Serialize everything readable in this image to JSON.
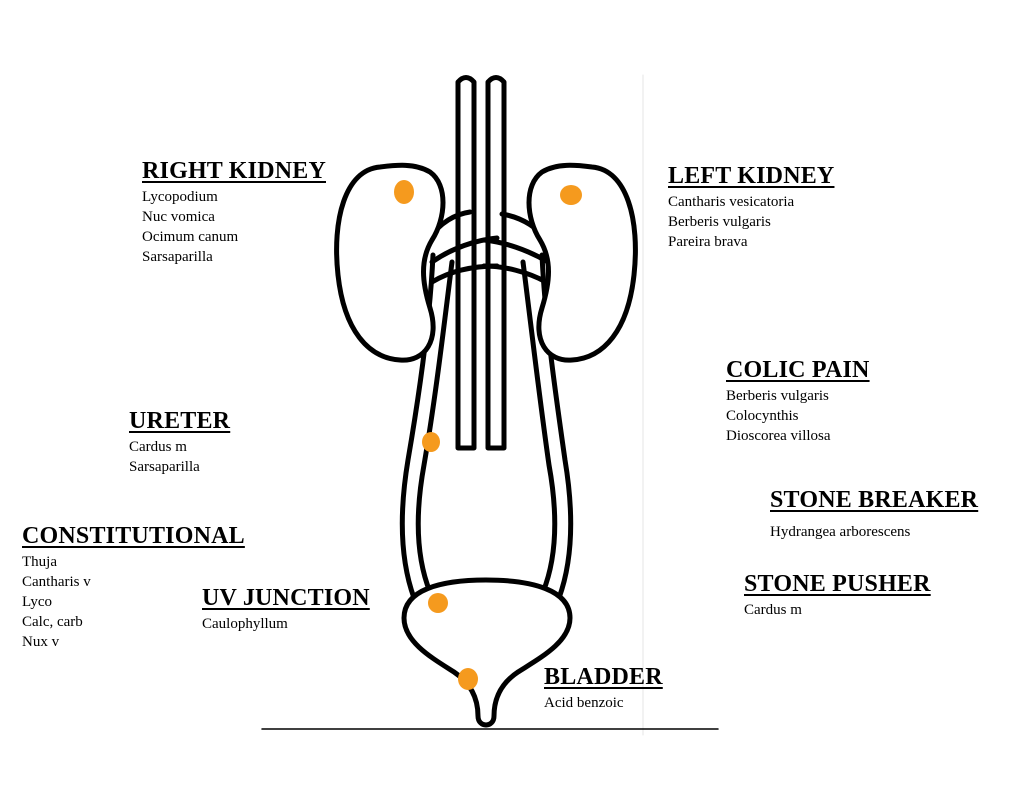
{
  "colors": {
    "outline": "#000000",
    "marker": "#F59A1E",
    "background": "#FFFFFF"
  },
  "labels": {
    "right_kidney": {
      "title": "RIGHT KIDNEY",
      "items": [
        "Lycopodium",
        "Nuc vomica",
        "Ocimum canum",
        "Sarsaparilla"
      ]
    },
    "left_kidney": {
      "title": "LEFT KIDNEY",
      "items": [
        "Cantharis vesicatoria",
        "Berberis vulgaris",
        "Pareira brava"
      ]
    },
    "colic_pain": {
      "title": "COLIC PAIN",
      "items": [
        "Berberis vulgaris",
        "Colocynthis",
        "Dioscorea villosa"
      ]
    },
    "ureter": {
      "title": "URETER",
      "items": [
        "Cardus m",
        "Sarsaparilla"
      ]
    },
    "stone_breaker": {
      "title": "STONE BREAKER",
      "items": [
        "Hydrangea arborescens"
      ]
    },
    "constitutional": {
      "title": "CONSTITUTIONAL",
      "items": [
        "Thuja",
        "Cantharis v",
        "Lyco",
        "Calc, carb",
        "Nux v"
      ]
    },
    "uv_junction": {
      "title": "UV JUNCTION",
      "items": [
        "Caulophyllum"
      ]
    },
    "stone_pusher": {
      "title": "STONE PUSHER",
      "items": [
        "Cardus m"
      ]
    },
    "bladder": {
      "title": "BLADDER",
      "items": [
        "Acid benzoic"
      ]
    }
  }
}
